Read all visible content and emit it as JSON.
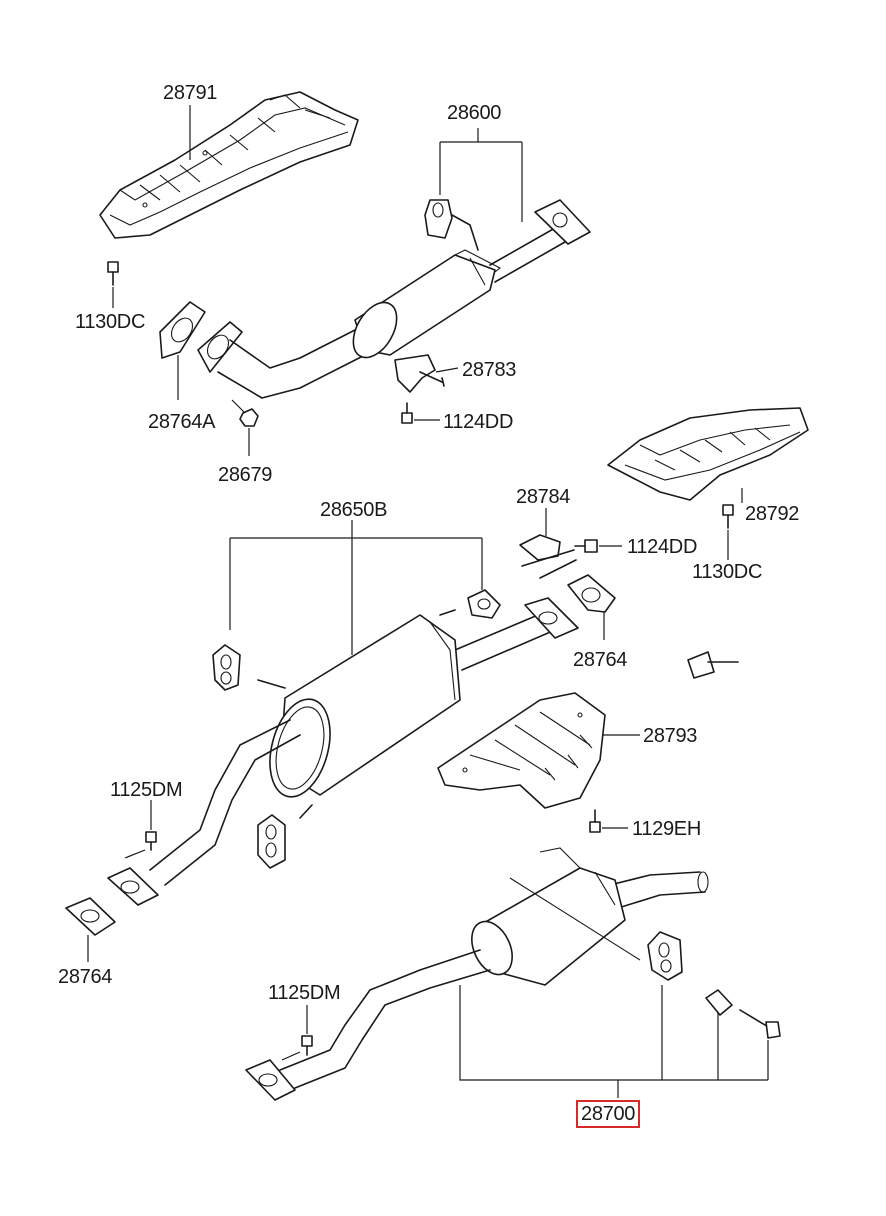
{
  "diagram": {
    "accent_color": "#d92a2a",
    "labels": {
      "p28791": "28791",
      "p28600": "28600",
      "p1130dc_a": "1130DC",
      "p28783": "28783",
      "p28764a": "28764A",
      "p1124dd_a": "1124DD",
      "p28679": "28679",
      "p28784": "28784",
      "p28792": "28792",
      "p28650b": "28650B",
      "p1124dd_b": "1124DD",
      "p1130dc_b": "1130DC",
      "p28764_a": "28764",
      "p28793": "28793",
      "p1125dm_a": "1125DM",
      "p1129eh": "1129EH",
      "p28764_b": "28764",
      "p1125dm_b": "1125DM",
      "p28700": "28700"
    },
    "highlighted_part": "28700"
  }
}
